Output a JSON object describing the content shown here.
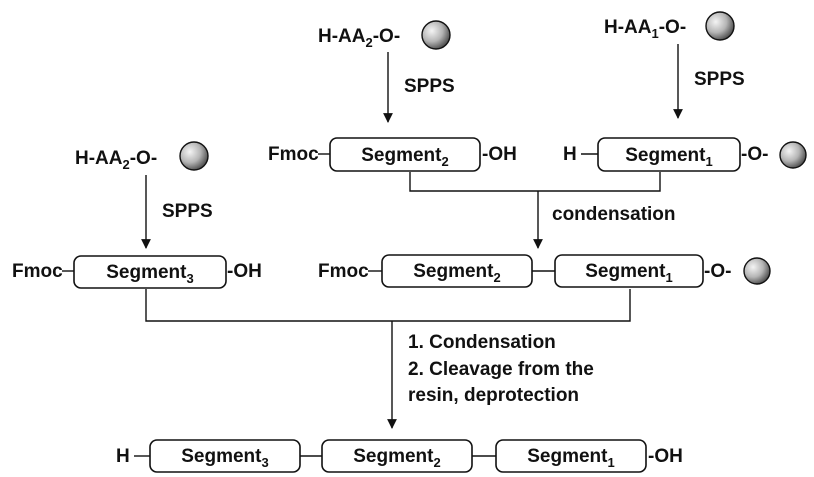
{
  "colors": {
    "ink": "#111111",
    "bead_light": "#f2f2f2",
    "bead_dark": "#555555"
  },
  "icons": {
    "resin": "resin-bead-icon"
  },
  "start_materials": {
    "aa2_top": {
      "prefix": "H-AA",
      "sub": "2",
      "suffix": "-O-"
    },
    "aa1_top": {
      "prefix": "H-AA",
      "sub": "1",
      "suffix": "-O-"
    },
    "aa2_left": {
      "prefix": "H-AA",
      "sub": "2",
      "suffix": "-O-"
    }
  },
  "steps": {
    "spps": "SPPS",
    "condensation": "condensation",
    "final_1": "1. Condensation",
    "final_2a": "2. Cleavage from the",
    "final_2b": "resin, deprotection"
  },
  "groups": {
    "fmoc": "Fmoc",
    "h": "H",
    "oh": "-OH",
    "o": "-O-"
  },
  "segments": {
    "s1": {
      "base": "Segment",
      "sub": "1"
    },
    "s2": {
      "base": "Segment",
      "sub": "2"
    },
    "s3": {
      "base": "Segment",
      "sub": "3"
    }
  }
}
